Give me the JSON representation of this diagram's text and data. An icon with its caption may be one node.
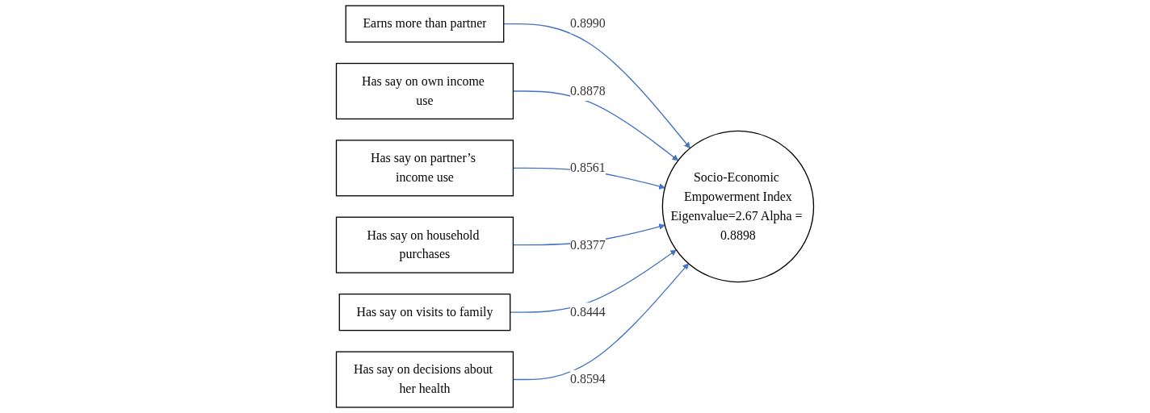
{
  "diagram": {
    "nodes": [
      {
        "text": [
          "Earns more than partner"
        ]
      },
      {
        "text": [
          "Has say on own income use"
        ]
      },
      {
        "text": [
          "Has say on partner’s income use"
        ]
      },
      {
        "text": [
          "Has say on household purchases"
        ]
      },
      {
        "text": [
          "Socio-Economic Empowerment Index",
          "Eigenvalue=2.67 Alpha = 0.8898"
        ]
      },
      {
        "text": [
          "Has say on visits to family"
        ]
      },
      {
        "text": [
          "Has say on decisions about her health"
        ]
      }
    ],
    "edges": [
      {
        "from": 0,
        "to": 4,
        "arrow": "to",
        "label": "0.8990"
      },
      {
        "from": 1,
        "to": 4,
        "arrow": "to",
        "label": "0.8878"
      },
      {
        "from": 2,
        "to": 4,
        "arrow": "to",
        "label": "0.8561"
      },
      {
        "from": 3,
        "to": 4,
        "arrow": "to",
        "label": "0.8377"
      },
      {
        "from": 5,
        "to": 4,
        "arrow": "to",
        "label": "0.8444"
      },
      {
        "from": 6,
        "to": 4,
        "arrow": "to",
        "label": "0.8594"
      }
    ]
  }
}
